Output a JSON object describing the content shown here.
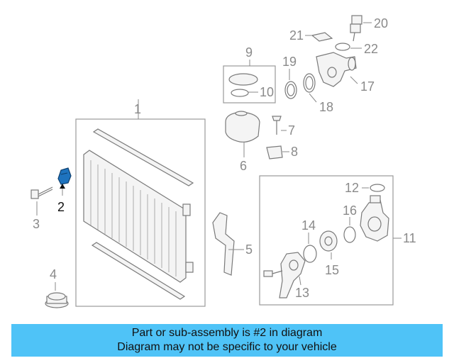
{
  "diagram": {
    "callouts": {
      "c1": "1",
      "c2": "2",
      "c3": "3",
      "c4": "4",
      "c5": "5",
      "c6": "6",
      "c7": "7",
      "c8": "8",
      "c9": "9",
      "c10": "10",
      "c11": "11",
      "c12": "12",
      "c13": "13",
      "c14": "14",
      "c15": "15",
      "c16": "16",
      "c17": "17",
      "c18": "18",
      "c19": "19",
      "c20": "20",
      "c21": "21",
      "c22": "22"
    },
    "highlighted_part": "2",
    "colors": {
      "highlight": "#1e73be",
      "outline": "#7a7a7a",
      "banner": "#4fc3f7"
    }
  },
  "banner": {
    "line1": "Part or sub-assembly is #2 in diagram",
    "line2": "Diagram may not be specific to your vehicle"
  }
}
